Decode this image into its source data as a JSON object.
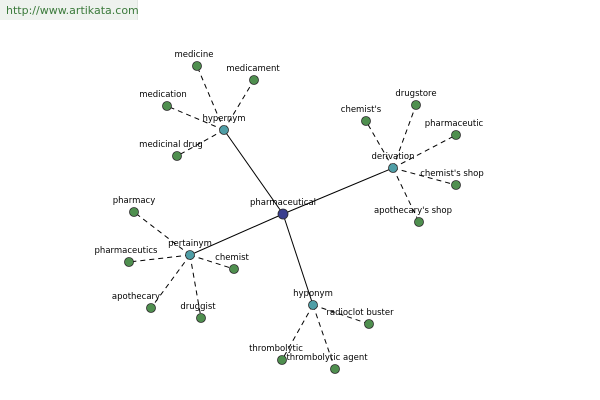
{
  "header": {
    "url": "http://www.artikata.com"
  },
  "colors": {
    "root": "#3a3f8f",
    "relation": "#4f9ea6",
    "leaf": "#4f8f4f",
    "edge": "#000000",
    "url_text": "#3b7a3b"
  },
  "graph": {
    "root": "pharmaceutical",
    "relations": [
      {
        "label": "hypernym",
        "words": [
          "medicine",
          "medicament",
          "medication",
          "medicinal drug"
        ]
      },
      {
        "label": "derivation",
        "words": [
          "chemist's",
          "drugstore",
          "pharmaceutic",
          "chemist's shop",
          "apothecary's shop"
        ]
      },
      {
        "label": "pertainym",
        "words": [
          "pharmacy",
          "pharmaceutics",
          "chemist",
          "apothecary",
          "druggist"
        ]
      },
      {
        "label": "hyponym",
        "words": [
          "radioclot buster",
          "thrombolytic",
          "thrombolytic agent"
        ]
      }
    ]
  }
}
